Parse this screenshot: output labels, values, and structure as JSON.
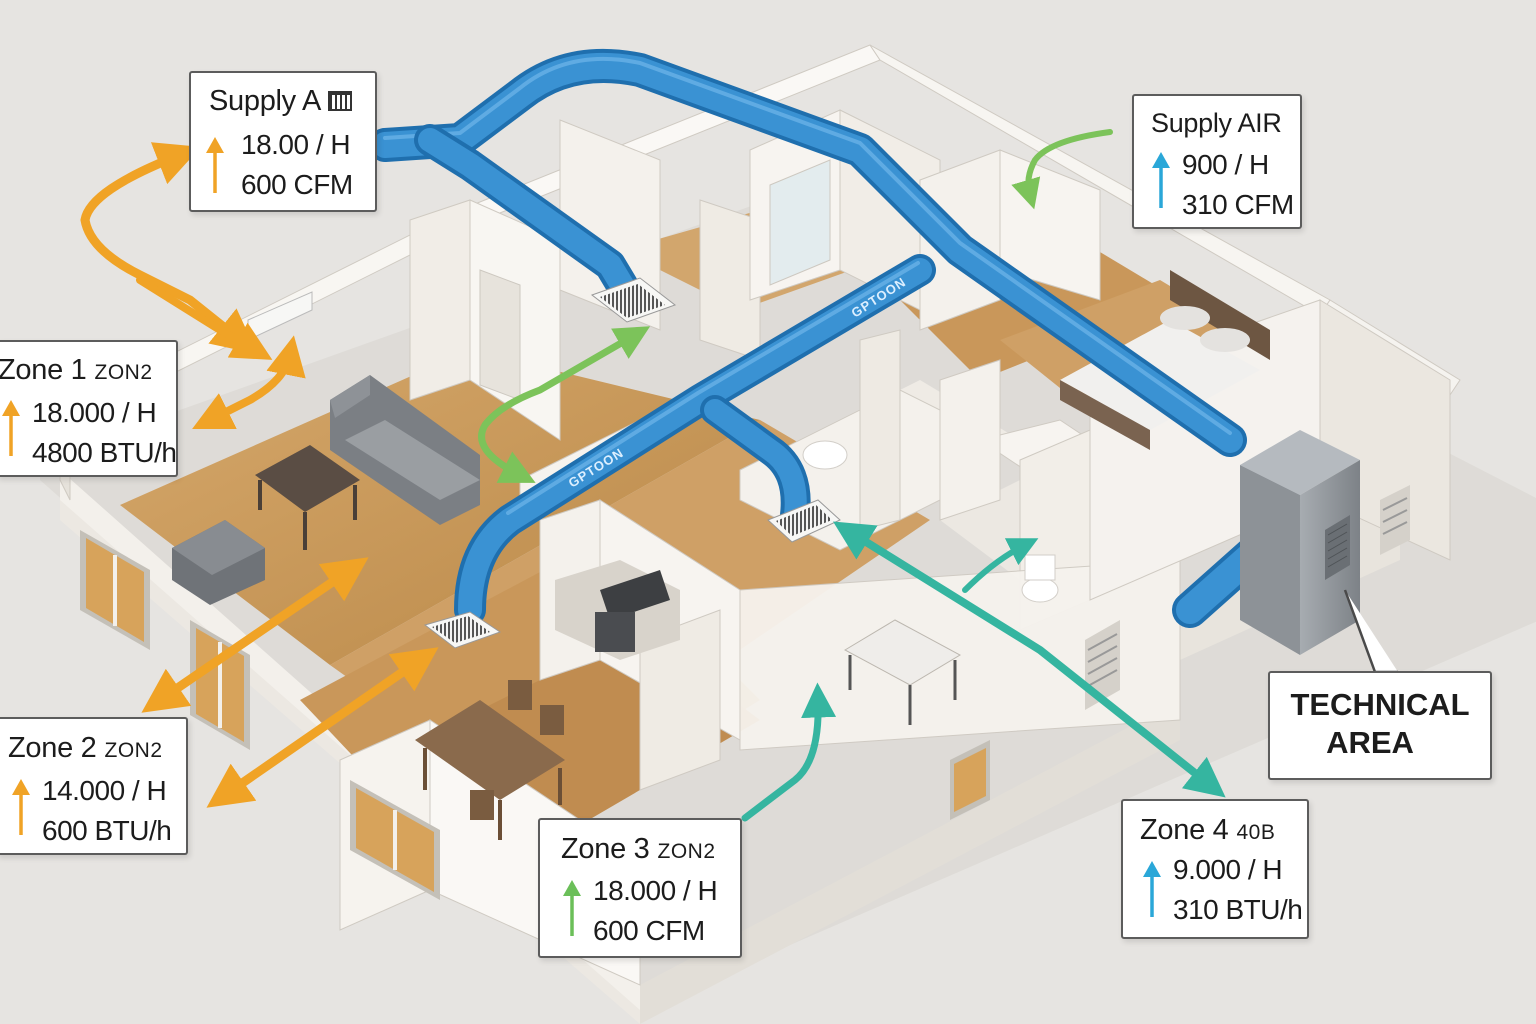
{
  "labels": {
    "supply_a": {
      "title": "Supply A",
      "icon": "vent-grille-icon",
      "rate": "18.00 / H",
      "flow": "600 CFM",
      "arrow_color": "#f0a326"
    },
    "supply_air": {
      "title": "Supply AIR",
      "rate": "900 / H",
      "flow": "310 CFM",
      "arrow_color": "#2aa7d8"
    },
    "zone1": {
      "title": "Zone 1",
      "tag": "ZON2",
      "rate": "18.000 / H",
      "flow": "4800 BTU/h",
      "arrow_color": "#f0a326"
    },
    "zone2": {
      "title": "Zone 2",
      "tag": "ZON2",
      "rate": "14.000 / H",
      "flow": "600 BTU/h",
      "arrow_color": "#f0a326"
    },
    "zone3": {
      "title": "Zone 3",
      "tag": "ZON2",
      "rate": "18.000 / H",
      "flow": "600 CFM",
      "arrow_color": "#6bbf59"
    },
    "zone4": {
      "title": "Zone 4",
      "tag": "40B",
      "rate": "9.000 / H",
      "flow": "310 BTU/h",
      "arrow_color": "#2aa7d8"
    },
    "technical_area": {
      "line1": "TECHNICAL",
      "line2": "AREA"
    }
  },
  "duct_labels": [
    "GPTOON",
    "GPTOON"
  ],
  "colors": {
    "duct": "#2f86c8",
    "duct_highlight": "#5fb0e6",
    "orange_flow": "#f0a326",
    "green_flow": "#7cc35a",
    "teal_flow": "#35b5a0",
    "wall": "#f6f4f0",
    "wall_shadow": "#dedad3",
    "floor": "#c99a5e",
    "background": "#e6e4e1",
    "unit": "#8f9499"
  }
}
